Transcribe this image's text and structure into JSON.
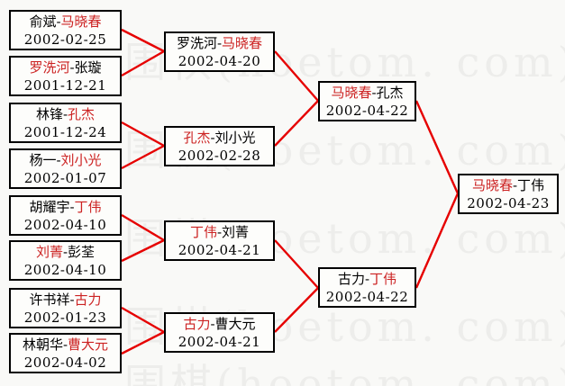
{
  "watermark": {
    "text": "围棋(hoetom. com)"
  },
  "colors": {
    "connector_line": "#e60000",
    "winner_text": "#cc2222",
    "box_border": "#000000",
    "watermark_text": "#ededeb",
    "background": "#f9f9f7"
  },
  "bracket": {
    "round1": [
      {
        "pre": "俞斌-",
        "winner": "马晓春",
        "post": "",
        "date": "2002-02-25"
      },
      {
        "pre": "",
        "winner": "罗洗河",
        "post": "-张璇",
        "date": "2001-12-21"
      },
      {
        "pre": "林锋-",
        "winner": "孔杰",
        "post": "",
        "date": "2001-12-24"
      },
      {
        "pre": "杨一-",
        "winner": "刘小光",
        "post": "",
        "date": "2002-01-07"
      },
      {
        "pre": "胡耀宇-",
        "winner": "丁伟",
        "post": "",
        "date": "2002-04-10"
      },
      {
        "pre": "",
        "winner": "刘菁",
        "post": "-彭荃",
        "date": "2002-04-10"
      },
      {
        "pre": "许书祥-",
        "winner": "古力",
        "post": "",
        "date": "2002-01-23"
      },
      {
        "pre": "林朝华-",
        "winner": "曹大元",
        "post": "",
        "date": "2002-04-02"
      }
    ],
    "round2": [
      {
        "pre": "罗洗河-",
        "winner": "马晓春",
        "post": "",
        "date": "2002-04-20"
      },
      {
        "pre": "",
        "winner": "孔杰",
        "post": "-刘小光",
        "date": "2002-02-28"
      },
      {
        "pre": "",
        "winner": "丁伟",
        "post": "-刘菁",
        "date": "2002-04-21"
      },
      {
        "pre": "",
        "winner": "古力",
        "post": "-曹大元",
        "date": "2002-04-21"
      }
    ],
    "semifinal": [
      {
        "pre": "",
        "winner": "马晓春",
        "post": "-孔杰",
        "date": "2002-04-22"
      },
      {
        "pre": "古力-",
        "winner": "丁伟",
        "post": "",
        "date": "2002-04-22"
      }
    ],
    "final": [
      {
        "pre": "",
        "winner": "马晓春",
        "post": "-丁伟",
        "date": "2002-04-23"
      }
    ]
  }
}
